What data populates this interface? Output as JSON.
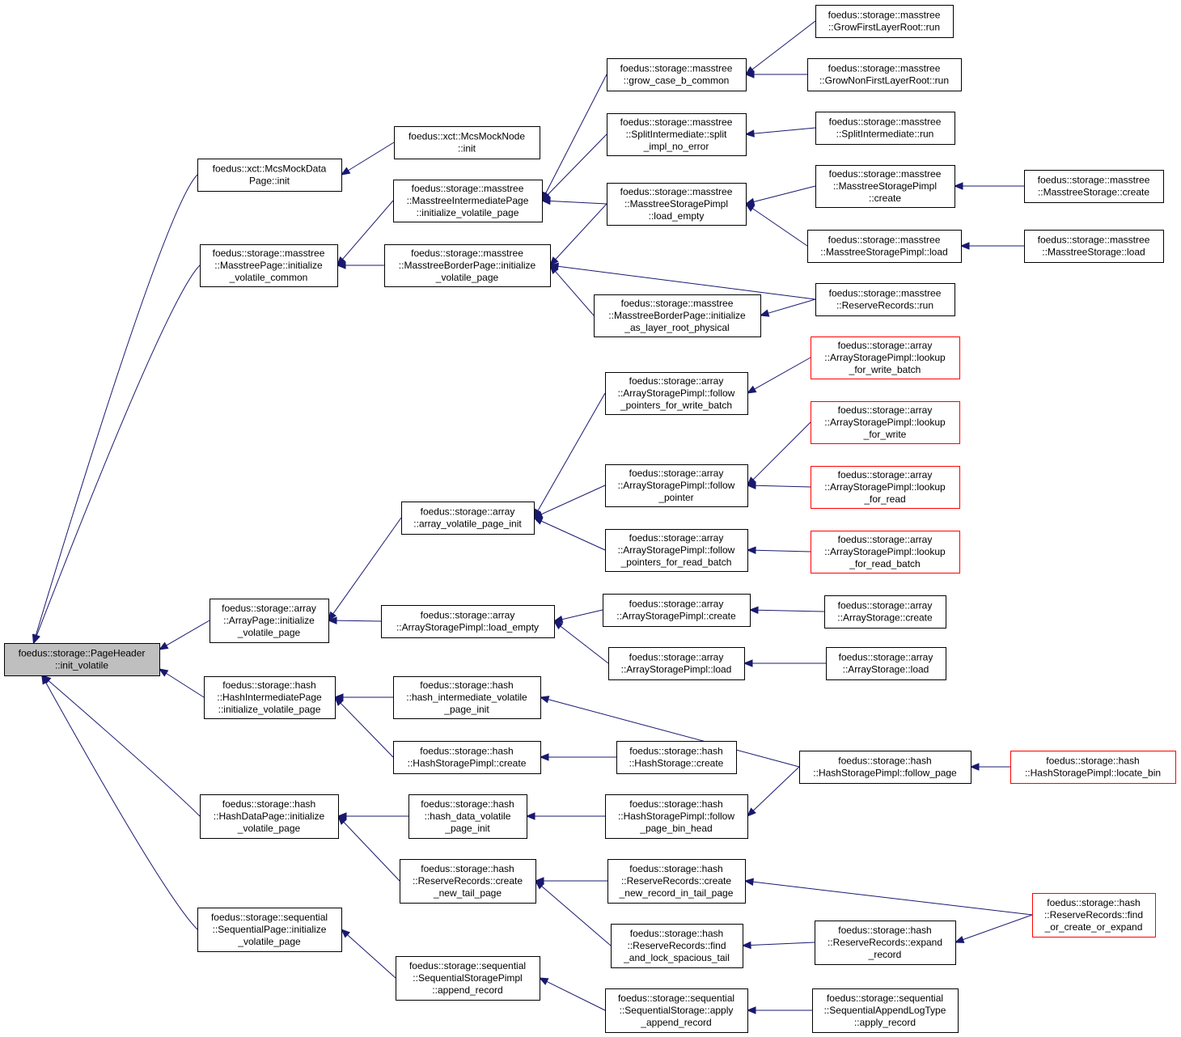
{
  "diagram": {
    "type": "caller-graph",
    "colors": {
      "edge": "#191970",
      "root_fill": "#bfbfbf",
      "node_fill": "#ffffff",
      "node_border": "#000000",
      "truncated_border": "#ff0000"
    },
    "nodes": [
      {
        "id": "root",
        "lines": [
          "foedus::storage::PageHeader",
          "::init_volatile"
        ],
        "root": true
      },
      {
        "id": "mcsdata",
        "lines": [
          "foedus::xct::McsMockData",
          "Page::init"
        ]
      },
      {
        "id": "mcsnode",
        "lines": [
          "foedus::xct::McsMockNode",
          "::init"
        ]
      },
      {
        "id": "mtpage",
        "lines": [
          "foedus::storage::masstree",
          "::MasstreePage::initialize",
          "_volatile_common"
        ]
      },
      {
        "id": "mtinter",
        "lines": [
          "foedus::storage::masstree",
          "::MasstreeIntermediatePage",
          "::initialize_volatile_page"
        ]
      },
      {
        "id": "mtborder",
        "lines": [
          "foedus::storage::masstree",
          "::MasstreeBorderPage::initialize",
          "_volatile_page"
        ]
      },
      {
        "id": "growcase",
        "lines": [
          "foedus::storage::masstree",
          "::grow_case_b_common"
        ]
      },
      {
        "id": "splitimpl",
        "lines": [
          "foedus::storage::masstree",
          "::SplitIntermediate::split",
          "_impl_no_error"
        ]
      },
      {
        "id": "mtloadempty",
        "lines": [
          "foedus::storage::masstree",
          "::MasstreeStoragePimpl",
          "::load_empty"
        ]
      },
      {
        "id": "mtlayerroot",
        "lines": [
          "foedus::storage::masstree",
          "::MasstreeBorderPage::initialize",
          "_as_layer_root_physical"
        ]
      },
      {
        "id": "growfirst",
        "lines": [
          "foedus::storage::masstree",
          "::GrowFirstLayerRoot::run"
        ]
      },
      {
        "id": "grownonfirst",
        "lines": [
          "foedus::storage::masstree",
          "::GrowNonFirstLayerRoot::run"
        ]
      },
      {
        "id": "splitrun",
        "lines": [
          "foedus::storage::masstree",
          "::SplitIntermediate::run"
        ]
      },
      {
        "id": "mtpimplcreate",
        "lines": [
          "foedus::storage::masstree",
          "::MasstreeStoragePimpl",
          "::create"
        ]
      },
      {
        "id": "mtpimplload",
        "lines": [
          "foedus::storage::masstree",
          "::MasstreeStoragePimpl::load"
        ]
      },
      {
        "id": "mtreserve",
        "lines": [
          "foedus::storage::masstree",
          "::ReserveRecords::run"
        ]
      },
      {
        "id": "mtstcreate",
        "lines": [
          "foedus::storage::masstree",
          "::MasstreeStorage::create"
        ]
      },
      {
        "id": "mtstload",
        "lines": [
          "foedus::storage::masstree",
          "::MasstreeStorage::load"
        ]
      },
      {
        "id": "arrpage",
        "lines": [
          "foedus::storage::array",
          "::ArrayPage::initialize",
          "_volatile_page"
        ]
      },
      {
        "id": "arrvolinit",
        "lines": [
          "foedus::storage::array",
          "::array_volatile_page_init"
        ]
      },
      {
        "id": "arrloadempty",
        "lines": [
          "foedus::storage::array",
          "::ArrayStoragePimpl::load_empty"
        ]
      },
      {
        "id": "followwb",
        "lines": [
          "foedus::storage::array",
          "::ArrayStoragePimpl::follow",
          "_pointers_for_write_batch"
        ]
      },
      {
        "id": "followp",
        "lines": [
          "foedus::storage::array",
          "::ArrayStoragePimpl::follow",
          "_pointer"
        ]
      },
      {
        "id": "followrb",
        "lines": [
          "foedus::storage::array",
          "::ArrayStoragePimpl::follow",
          "_pointers_for_read_batch"
        ]
      },
      {
        "id": "lookupwb",
        "lines": [
          "foedus::storage::array",
          "::ArrayStoragePimpl::lookup",
          "_for_write_batch"
        ],
        "truncated": true
      },
      {
        "id": "lookupw",
        "lines": [
          "foedus::storage::array",
          "::ArrayStoragePimpl::lookup",
          "_for_write"
        ],
        "truncated": true
      },
      {
        "id": "lookupr",
        "lines": [
          "foedus::storage::array",
          "::ArrayStoragePimpl::lookup",
          "_for_read"
        ],
        "truncated": true
      },
      {
        "id": "lookuprb",
        "lines": [
          "foedus::storage::array",
          "::ArrayStoragePimpl::lookup",
          "_for_read_batch"
        ],
        "truncated": true
      },
      {
        "id": "arrpcreate",
        "lines": [
          "foedus::storage::array",
          "::ArrayStoragePimpl::create"
        ]
      },
      {
        "id": "arrpload",
        "lines": [
          "foedus::storage::array",
          "::ArrayStoragePimpl::load"
        ]
      },
      {
        "id": "arrscreate",
        "lines": [
          "foedus::storage::array",
          "::ArrayStorage::create"
        ]
      },
      {
        "id": "arrsload",
        "lines": [
          "foedus::storage::array",
          "::ArrayStorage::load"
        ]
      },
      {
        "id": "hashinter",
        "lines": [
          "foedus::storage::hash",
          "::HashIntermediatePage",
          "::initialize_volatile_page"
        ]
      },
      {
        "id": "hashintervol",
        "lines": [
          "foedus::storage::hash",
          "::hash_intermediate_volatile",
          "_page_init"
        ]
      },
      {
        "id": "hashpcreate",
        "lines": [
          "foedus::storage::hash",
          "::HashStoragePimpl::create"
        ]
      },
      {
        "id": "hashscreate",
        "lines": [
          "foedus::storage::hash",
          "::HashStorage::create"
        ]
      },
      {
        "id": "hashfollow",
        "lines": [
          "foedus::storage::hash",
          "::HashStoragePimpl::follow_page"
        ]
      },
      {
        "id": "locatebin",
        "lines": [
          "foedus::storage::hash",
          "::HashStoragePimpl::locate_bin"
        ],
        "truncated": true
      },
      {
        "id": "hashdata",
        "lines": [
          "foedus::storage::hash",
          "::HashDataPage::initialize",
          "_volatile_page"
        ]
      },
      {
        "id": "hashdatavol",
        "lines": [
          "foedus::storage::hash",
          "::hash_data_volatile",
          "_page_init"
        ]
      },
      {
        "id": "followbin",
        "lines": [
          "foedus::storage::hash",
          "::HashStoragePimpl::follow",
          "_page_bin_head"
        ]
      },
      {
        "id": "rrnewtail",
        "lines": [
          "foedus::storage::hash",
          "::ReserveRecords::create",
          "_new_tail_page"
        ]
      },
      {
        "id": "rrnewrec",
        "lines": [
          "foedus::storage::hash",
          "::ReserveRecords::create",
          "_new_record_in_tail_page"
        ]
      },
      {
        "id": "rrfindlock",
        "lines": [
          "foedus::storage::hash",
          "::ReserveRecords::find",
          "_and_lock_spacious_tail"
        ]
      },
      {
        "id": "rrexpand",
        "lines": [
          "foedus::storage::hash",
          "::ReserveRecords::expand",
          "_record"
        ]
      },
      {
        "id": "rrfindcreate",
        "lines": [
          "foedus::storage::hash",
          "::ReserveRecords::find",
          "_or_create_or_expand"
        ],
        "truncated": true
      },
      {
        "id": "seqpage",
        "lines": [
          "foedus::storage::sequential",
          "::SequentialPage::initialize",
          "_volatile_page"
        ]
      },
      {
        "id": "seqappend",
        "lines": [
          "foedus::storage::sequential",
          "::SequentialStoragePimpl",
          "::append_record"
        ]
      },
      {
        "id": "seqapply",
        "lines": [
          "foedus::storage::sequential",
          "::SequentialStorage::apply",
          "_append_record"
        ]
      },
      {
        "id": "seqlog",
        "lines": [
          "foedus::storage::sequential",
          "::SequentialAppendLogType",
          "::apply_record"
        ]
      }
    ],
    "edges": [
      {
        "from": "mcsdata",
        "to": "root"
      },
      {
        "from": "mtpage",
        "to": "root"
      },
      {
        "from": "arrpage",
        "to": "root"
      },
      {
        "from": "hashinter",
        "to": "root"
      },
      {
        "from": "hashdata",
        "to": "root"
      },
      {
        "from": "seqpage",
        "to": "root"
      },
      {
        "from": "mcsnode",
        "to": "mcsdata"
      },
      {
        "from": "mtinter",
        "to": "mtpage"
      },
      {
        "from": "mtborder",
        "to": "mtpage"
      },
      {
        "from": "growcase",
        "to": "mtinter"
      },
      {
        "from": "splitimpl",
        "to": "mtinter"
      },
      {
        "from": "mtloadempty",
        "to": "mtinter"
      },
      {
        "from": "mtloadempty",
        "to": "mtborder"
      },
      {
        "from": "mtreserve",
        "to": "mtborder"
      },
      {
        "from": "mtlayerroot",
        "to": "mtborder"
      },
      {
        "from": "growfirst",
        "to": "growcase"
      },
      {
        "from": "grownonfirst",
        "to": "growcase"
      },
      {
        "from": "splitrun",
        "to": "splitimpl"
      },
      {
        "from": "mtpimplcreate",
        "to": "mtloadempty"
      },
      {
        "from": "mtpimplload",
        "to": "mtloadempty"
      },
      {
        "from": "mtreserve",
        "to": "mtlayerroot"
      },
      {
        "from": "mtstcreate",
        "to": "mtpimplcreate"
      },
      {
        "from": "mtstload",
        "to": "mtpimplload"
      },
      {
        "from": "arrvolinit",
        "to": "arrpage"
      },
      {
        "from": "arrloadempty",
        "to": "arrpage"
      },
      {
        "from": "followwb",
        "to": "arrvolinit"
      },
      {
        "from": "followp",
        "to": "arrvolinit"
      },
      {
        "from": "followrb",
        "to": "arrvolinit"
      },
      {
        "from": "lookupwb",
        "to": "followwb"
      },
      {
        "from": "lookupw",
        "to": "followp"
      },
      {
        "from": "lookupr",
        "to": "followp"
      },
      {
        "from": "lookuprb",
        "to": "followrb"
      },
      {
        "from": "arrpcreate",
        "to": "arrloadempty"
      },
      {
        "from": "arrpload",
        "to": "arrloadempty"
      },
      {
        "from": "arrscreate",
        "to": "arrpcreate"
      },
      {
        "from": "arrsload",
        "to": "arrpload"
      },
      {
        "from": "hashintervol",
        "to": "hashinter"
      },
      {
        "from": "hashpcreate",
        "to": "hashinter"
      },
      {
        "from": "hashfollow",
        "to": "hashintervol"
      },
      {
        "from": "hashscreate",
        "to": "hashpcreate"
      },
      {
        "from": "locatebin",
        "to": "hashfollow"
      },
      {
        "from": "hashdatavol",
        "to": "hashdata"
      },
      {
        "from": "rrnewtail",
        "to": "hashdata"
      },
      {
        "from": "followbin",
        "to": "hashdatavol"
      },
      {
        "from": "hashfollow",
        "to": "followbin"
      },
      {
        "from": "rrnewrec",
        "to": "rrnewtail"
      },
      {
        "from": "rrfindlock",
        "to": "rrnewtail"
      },
      {
        "from": "rrfindcreate",
        "to": "rrnewrec"
      },
      {
        "from": "rrexpand",
        "to": "rrfindlock"
      },
      {
        "from": "rrfindcreate",
        "to": "rrexpand"
      },
      {
        "from": "seqappend",
        "to": "seqpage"
      },
      {
        "from": "seqapply",
        "to": "seqappend"
      },
      {
        "from": "seqlog",
        "to": "seqapply"
      }
    ]
  }
}
